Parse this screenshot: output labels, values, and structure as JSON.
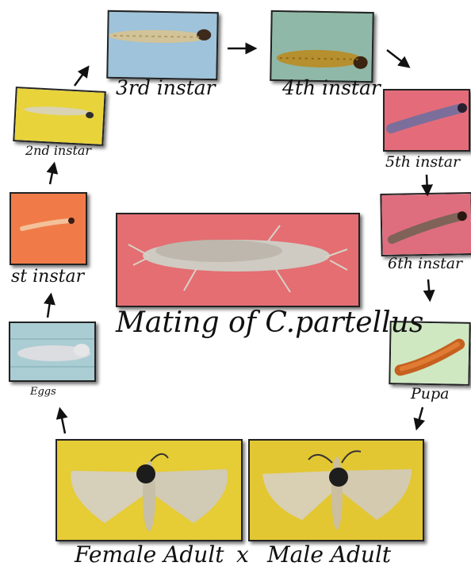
{
  "stages": {
    "eggs": "Eggs",
    "first_instar": "st instar",
    "second_instar": "2nd instar",
    "third_instar": "3rd instar",
    "fourth_instar": "4th instar",
    "fifth_instar": "5th instar",
    "sixth_instar": "6th instar",
    "pupa": "Pupa"
  },
  "center_caption": "Mating of C.partellus",
  "adults": {
    "female": "Female Adult",
    "cross": "x",
    "male": "Male Adult"
  },
  "colors": {
    "yellow_bg": "#e8cf3a",
    "blue_bg": "#9cc7dc",
    "teal_bg": "#a8ccd2",
    "orange_bg": "#f07a48",
    "pink_bg": "#e7737e",
    "green_bg": "#cfe8c0",
    "mating_bg": "#e46e72"
  },
  "icons": [
    "arrow-icon"
  ]
}
